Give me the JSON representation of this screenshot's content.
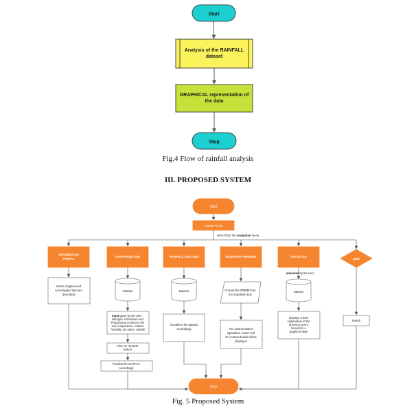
{
  "fig4": {
    "start": "Start",
    "step1_line1": "Analysis of the RAINFALL",
    "step1_line2": "dataset",
    "step2_line1": "GRAPHICAL representation of",
    "step2_line2": "the data",
    "stop": "Stop",
    "caption": "Fig.4   Flow of rainfall analysis"
  },
  "section_heading": "III. PROPOSED SYSTEM",
  "fig5": {
    "start": "Start",
    "home": "HOME PAGE",
    "nav_note_pre": "select from the ",
    "nav_note_bold": "navigation",
    "nav_note_post": " menu",
    "modules": {
      "info": {
        "title_line1": "INFORMATION",
        "title_line2": "PORTAL",
        "desc_line1": "India's irrigated and",
        "desc_line2": "non-irrigated land are",
        "desc_line3": "described"
      },
      "crop": {
        "title": "CROP PEDICTION",
        "dataset": "Dataset",
        "input_bold": "Input",
        "input_line1": " given by the user -",
        "input_line2": "Nitrogen, Potassium and",
        "input_line3": "Phosphorus content in the",
        "input_line4": "soil, temperature, relative",
        "input_line5": "humidity, pH-value, rainfall",
        "click_line1": "Click on \"Submit\"",
        "click_line2": "Button",
        "predict_line1": "Predicts the OUTPUT",
        "predict_line2": "accordingly"
      },
      "rain": {
        "title": "RAINFALL ANALYSIS",
        "dataset": "Dataset",
        "desc_line1": "Visualizes the dataset",
        "desc_line2": "accordingly"
      },
      "research": {
        "title": "RESEARCH CENTERS",
        "choose_pre": "Choose the ",
        "choose_bold": "STATE",
        "choose_post": " from",
        "choose_line2": "the dropdown Box",
        "desc_line1": "The desired state's",
        "desc_line2": "agriculture center and",
        "desc_line3": "it's contact details will be",
        "desc_line4": "displayed"
      },
      "stats": {
        "title": "STATISTICS",
        "upload_bold": "uploaded",
        "upload_post": " by the user",
        "dataset": "Dataset",
        "desc_line1": "displays a brief",
        "desc_line2": "explanation of the",
        "desc_line3": "previous year's",
        "desc_line4": "harvest in a",
        "desc_line5": "graphical style"
      },
      "quiz": {
        "title": "QUIZ",
        "result": "Result"
      }
    },
    "stop": "Stop",
    "caption": "Fig. 5    Proposed System"
  },
  "colors": {
    "cyan_terminal": "#1ccfd0",
    "yellow_process": "#fbf35c",
    "green_process": "#c7e03a",
    "orange": "#f5852f",
    "line": "#555555"
  }
}
